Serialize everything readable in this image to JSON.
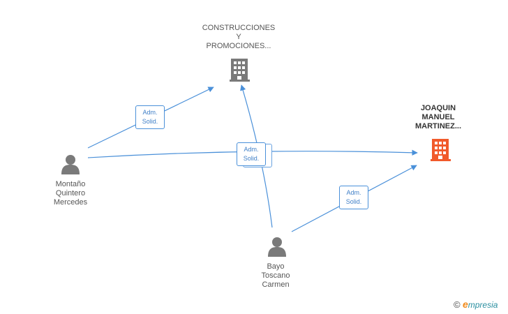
{
  "colors": {
    "edge": "#4a90d9",
    "company": "#7a7a7a",
    "company_primary": "#f15a2b",
    "person": "#7a7a7a"
  },
  "nodes": {
    "construcciones": {
      "type": "company",
      "icon": "building-icon",
      "lines": [
        "CONSTRUCCIONES",
        "Y",
        "PROMOCIONES..."
      ]
    },
    "joaquin": {
      "type": "company-primary",
      "icon": "building-icon",
      "lines": [
        "JOAQUIN",
        "MANUEL",
        "MARTINEZ..."
      ]
    },
    "montano": {
      "type": "person",
      "icon": "person-icon",
      "lines": [
        "Montaño",
        "Quintero",
        "Mercedes"
      ]
    },
    "bayo": {
      "type": "person",
      "icon": "person-icon",
      "lines": [
        "Bayo",
        "Toscano",
        "Carmen"
      ]
    }
  },
  "edges": [
    {
      "from": "montano",
      "to": "construcciones",
      "label": [
        "Adm.",
        "Solid."
      ]
    },
    {
      "from": "montano",
      "to": "joaquin",
      "label": [
        "Adm.",
        "Solid."
      ]
    },
    {
      "from": "bayo",
      "to": "construcciones",
      "label": [
        "Adm.",
        "Solid."
      ]
    },
    {
      "from": "bayo",
      "to": "joaquin",
      "label": [
        "Adm.",
        "Solid."
      ]
    }
  ],
  "watermark": {
    "copyright": "©",
    "brand_initial": "e",
    "brand_rest": "mpresia"
  }
}
